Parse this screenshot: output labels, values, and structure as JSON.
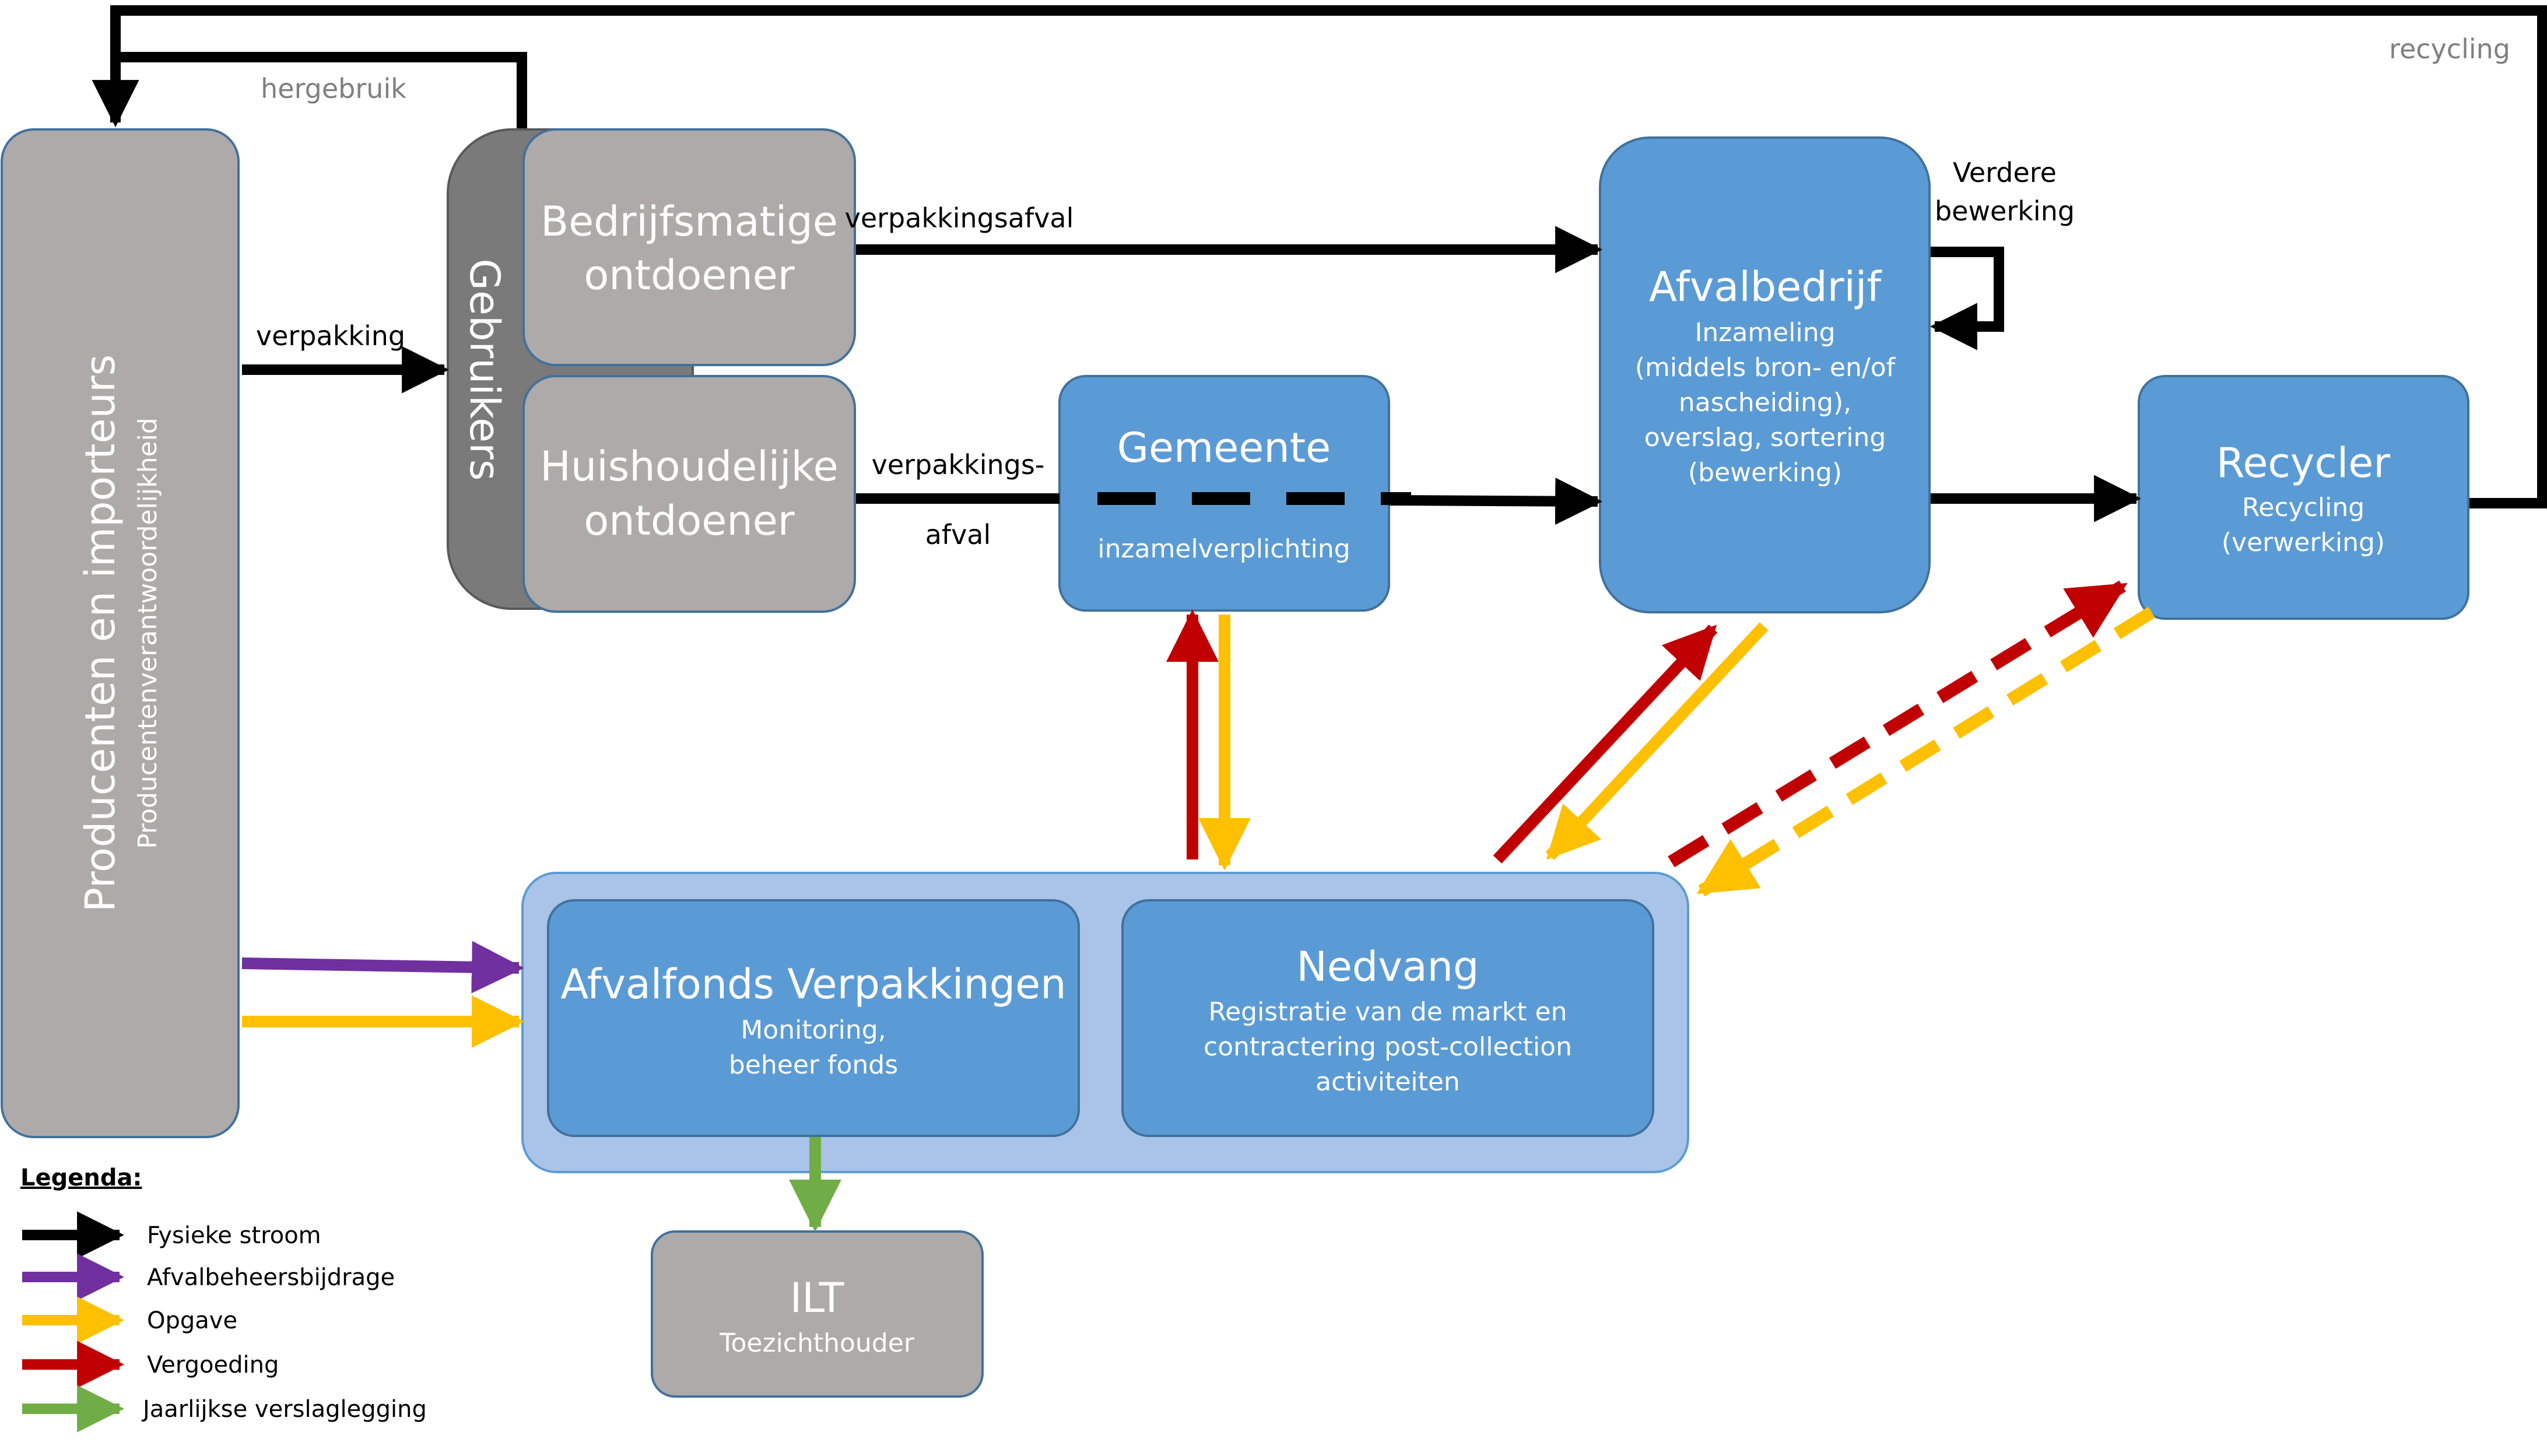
{
  "colors": {
    "grey_box": "#aeaaaa",
    "grey_dark": "#7a7a7a",
    "blue_box": "#5b9bd5",
    "blue_border": "#41719c",
    "blue_light": "#a9c4e8",
    "black": "#000000",
    "purple": "#7030a0",
    "yellow": "#ffc000",
    "red": "#c00000",
    "green": "#70ad47"
  },
  "nodes": {
    "producenten": {
      "title": "Producenten en importeurs",
      "subtitle": "Producentenverantwoordelijkheid"
    },
    "gebruikers": {
      "title": "Gebruikers"
    },
    "bedrijfsmatige": {
      "line1": "Bedrijfsmatige",
      "line2": "ontdoener"
    },
    "huishoudelijke": {
      "line1": "Huishoudelijke",
      "line2": "ontdoener"
    },
    "gemeente": {
      "title": "Gemeente",
      "subtitle": "inzamelverplichting"
    },
    "afvalbedrijf": {
      "title": "Afvalbedrijf",
      "lines": [
        "Inzameling",
        "(middels bron- en/of",
        "nascheiding),",
        "overslag, sortering",
        "(bewerking)"
      ]
    },
    "recycler": {
      "title": "Recycler",
      "lines": [
        "Recycling",
        "(verwerking)"
      ]
    },
    "afvalfonds": {
      "title": "Afvalfonds Verpakkingen",
      "lines": [
        "Monitoring,",
        "beheer fonds"
      ]
    },
    "nedvang": {
      "title": "Nedvang",
      "lines": [
        "Registratie van de markt en",
        "contractering post-collection",
        "activiteiten"
      ]
    },
    "ilt": {
      "title": "ILT",
      "subtitle": "Toezichthouder"
    }
  },
  "flow_labels": {
    "hergebruik": "hergebruik",
    "recycling": "recycling",
    "verpakking": "verpakking",
    "verpakkingsafval_top": "verpakkingsafval",
    "verpakkingsafval_bottom_1": "verpakkings-",
    "verpakkingsafval_bottom_2": "afval",
    "verdere_1": "Verdere",
    "verdere_2": "bewerking"
  },
  "legend": {
    "title": "Legenda:",
    "items": [
      {
        "label": "Fysieke stroom",
        "color": "#000000"
      },
      {
        "label": "Afvalbeheersbijdrage",
        "color": "#7030a0"
      },
      {
        "label": "Opgave",
        "color": "#ffc000"
      },
      {
        "label": "Vergoeding",
        "color": "#c00000"
      },
      {
        "label": "Jaarlijkse verslaglegging",
        "color": "#70ad47"
      }
    ]
  }
}
